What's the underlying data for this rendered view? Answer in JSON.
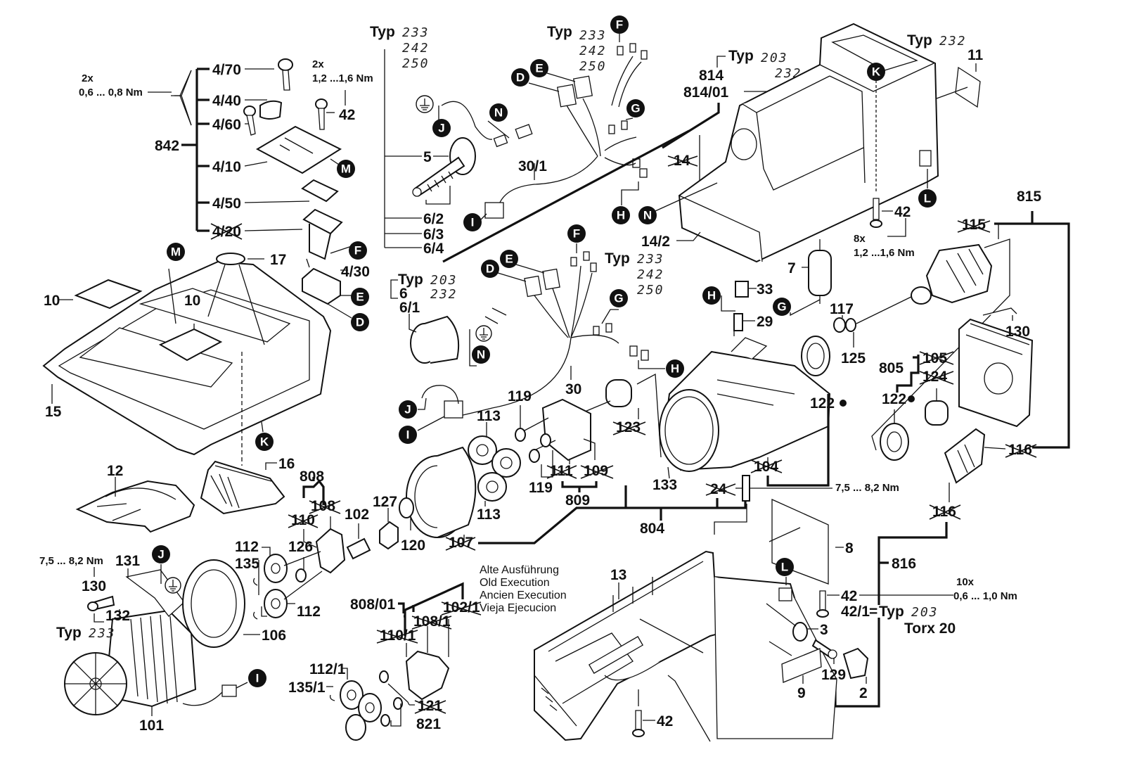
{
  "title": "Exploded parts diagram",
  "assemblies": {
    "a842": "842",
    "a804": "804",
    "a805": "805",
    "a808": "808",
    "a808_01": "808/01",
    "a809": "809",
    "a814": "814",
    "a814_01": "814/01",
    "a815": "815",
    "a816": "816",
    "a821": "821"
  },
  "labels": {
    "p4_70": "4/70",
    "p4_40": "4/40",
    "p4_60": "4/60",
    "p4_10": "4/10",
    "p4_50": "4/50",
    "p4_20": "4/20",
    "p4_30": "4/30",
    "p42_a": "42",
    "p42_b": "42",
    "p42_c": "42",
    "p42_d": "42",
    "p42_1": "42/1",
    "p5": "5",
    "p6_2": "6/2",
    "p6_3": "6/3",
    "p6_4": "6/4",
    "p6": "6",
    "p6_1": "6/1",
    "p30_1": "30/1",
    "p30": "30",
    "p14": "14",
    "p14_2": "14/2",
    "p11": "11",
    "p7": "7",
    "p33": "33",
    "p29": "29",
    "p10a": "10",
    "p10b": "10",
    "p17": "17",
    "p15": "15",
    "p12": "12",
    "p16": "16",
    "p117": "117",
    "p125": "125",
    "p122a": "122",
    "p122b": "122",
    "p115": "115",
    "p130a": "130",
    "p130b": "130",
    "p105": "105",
    "p124": "124",
    "p116a": "116",
    "p116b": "116",
    "p119a": "119",
    "p119b": "119",
    "p113a": "113",
    "p113b": "113",
    "p111": "111",
    "p109": "109",
    "p123": "123",
    "p133": "133",
    "p104": "104",
    "p24": "24",
    "p127": "127",
    "p102": "102",
    "p120": "120",
    "p107": "107",
    "p110": "110",
    "p108": "108",
    "p112a": "112",
    "p112b": "112",
    "p126": "126",
    "p135": "135",
    "p106": "106",
    "p131": "131",
    "p132": "132",
    "p101": "101",
    "p102_1": "102/1",
    "p108_1": "108/1",
    "p110_1": "110/1",
    "p112_1": "112/1",
    "p135_1": "135/1",
    "p121": "121",
    "p13": "13",
    "p8": "8",
    "p3": "3",
    "p129": "129",
    "p2": "2",
    "p9": "9"
  },
  "obsolete_parts": [
    "4/20",
    "14",
    "115",
    "105",
    "124",
    "116",
    "111",
    "109",
    "123",
    "104",
    "24",
    "110",
    "108",
    "107",
    "102/1",
    "108/1",
    "110/1",
    "121"
  ],
  "type_notes": {
    "typ_word": "Typ",
    "t1": [
      "233",
      "242",
      "250"
    ],
    "t2": [
      "233",
      "242",
      "250"
    ],
    "t3": [
      "203",
      "232"
    ],
    "t4": [
      "232"
    ],
    "t5": [
      "233",
      "242",
      "250"
    ],
    "t6": [
      "203",
      "232"
    ],
    "t7": [
      "233"
    ],
    "t8": [
      "203"
    ]
  },
  "torque_notes": {
    "n1_qty": "2x",
    "n1_val": "0,6 ... 0,8 Nm",
    "n2_qty": "2x",
    "n2_val": "1,2 ...1,6 Nm",
    "n3_qty": "8x",
    "n3_val": "1,2 ...1,6 Nm",
    "n4_val": "7,5 ... 8,2 Nm",
    "n5_val": "7,5 ... 8,2 Nm",
    "n6_qty": "10x",
    "n6_val": "0,6 ... 1,0 Nm",
    "torx": "Torx 20",
    "equals": "="
  },
  "legend_old": [
    "Alte Ausführung",
    "Old Execution",
    "Ancien Execution",
    "Vieja Ejecucion"
  ],
  "connectors": {
    "D": "D",
    "E": "E",
    "F": "F",
    "G": "G",
    "H": "H",
    "I": "I",
    "J": "J",
    "K": "K",
    "L": "L",
    "M": "M",
    "N": "N"
  },
  "icons": {
    "ground": "ground-symbol",
    "bullet": "●"
  }
}
